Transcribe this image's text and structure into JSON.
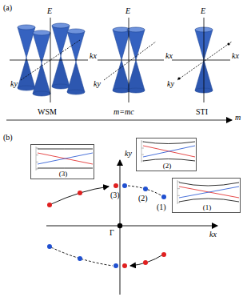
{
  "diagram": {
    "nodes": [
      {
        "text": [
          "(3)"
        ]
      },
      {
        "text": [
          "(2)"
        ]
      },
      {
        "text": [
          "(1)"
        ]
      }
    ],
    "labels": [
      "(a)",
      "E",
      "kx",
      "ky",
      "E",
      "kx",
      "ky",
      "E",
      "kx",
      "ky",
      "WSM",
      "m=mc",
      "STI",
      "m",
      "(b)",
      "ky",
      "kx",
      "Γ",
      "(3)",
      "(2)",
      "(1)"
    ]
  }
}
